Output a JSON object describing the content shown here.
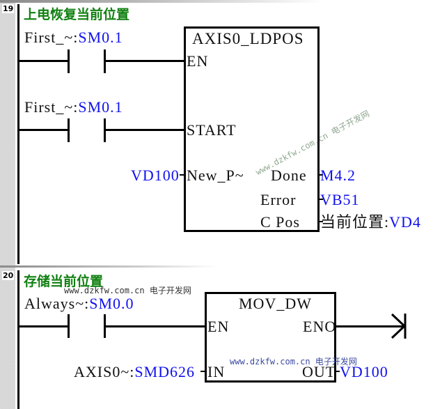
{
  "networks": [
    {
      "number": "19",
      "title": "上电恢复当前位置",
      "contacts": [
        {
          "symbol": "First_~",
          "sep": ":",
          "address": "SM0.1"
        },
        {
          "symbol": "First_~",
          "sep": ":",
          "address": "SM0.1"
        }
      ],
      "block": {
        "name": "AXIS0_LDPOS",
        "inputs": [
          "EN",
          "START",
          "New_P~"
        ],
        "outputs": [
          "Done",
          "Error",
          "C_Pos"
        ],
        "input_operand": "VD100",
        "output_operands": [
          {
            "address": "M4.2"
          },
          {
            "address": "VB51"
          },
          {
            "symbol": "当前位置",
            "sep": ":",
            "address": "VD4"
          }
        ]
      }
    },
    {
      "number": "20",
      "title": "存储当前位置",
      "contacts": [
        {
          "symbol": "Always~",
          "sep": ":",
          "address": "SM0.0"
        }
      ],
      "block": {
        "name": "MOV_DW",
        "inputs": [
          "EN",
          "IN"
        ],
        "outputs": [
          "ENO",
          "OUT"
        ],
        "input_operand": {
          "symbol": "AXIS0~",
          "sep": ":",
          "address": "SMD626"
        },
        "output_operand": "VD100"
      }
    }
  ],
  "watermarks": {
    "text": "www.dzkfw.com.cn 电子开发网"
  }
}
